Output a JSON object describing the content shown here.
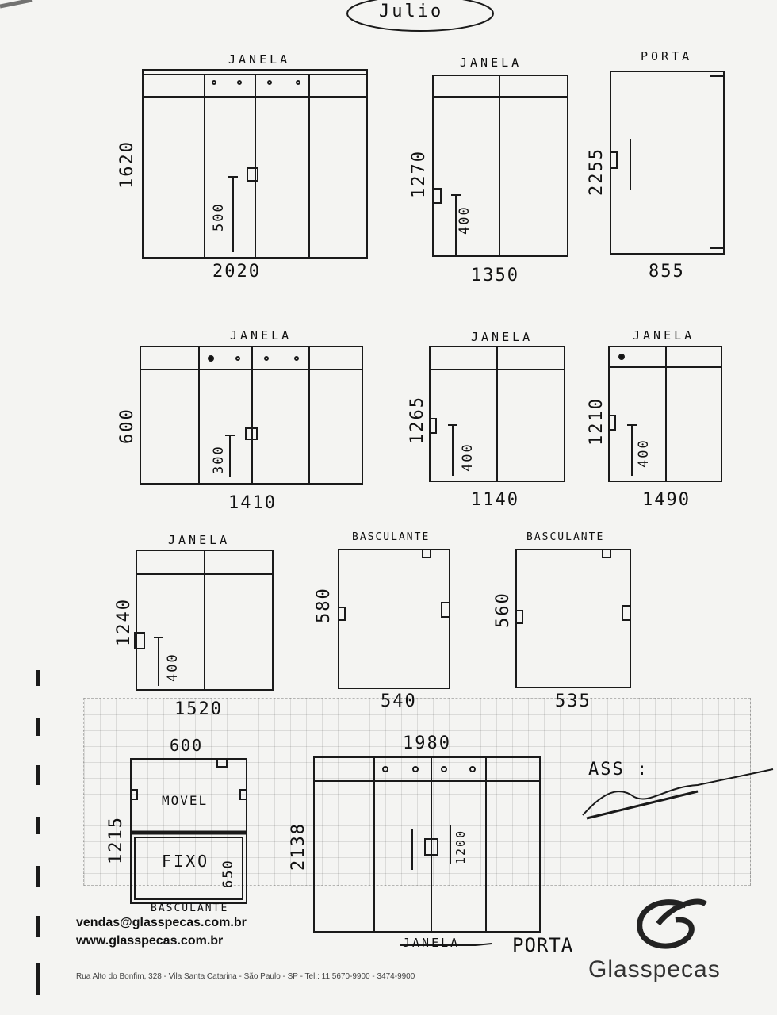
{
  "header": {
    "client_name": "Julio"
  },
  "drawings": [
    {
      "type": "JANELA",
      "height": "1620",
      "width": "2020",
      "handle_height": "500"
    },
    {
      "type": "JANELA",
      "height": "1270",
      "width": "1350",
      "handle_height": "400"
    },
    {
      "type": "PORTA",
      "height": "2255",
      "width": "855"
    },
    {
      "type": "JANELA",
      "height": "600",
      "width": "1410",
      "handle_height": "300"
    },
    {
      "type": "JANELA",
      "height": "1265",
      "width": "1140",
      "handle_height": "400"
    },
    {
      "type": "JANELA",
      "height": "1210",
      "width": "1490",
      "handle_height": "400"
    },
    {
      "type": "JANELA",
      "height": "1240",
      "width": "1520",
      "handle_height": "400"
    },
    {
      "type": "BASCULANTE",
      "height": "580",
      "width": "540"
    },
    {
      "type": "BASCULANTE",
      "height": "560",
      "width": "535"
    },
    {
      "type": "BASCULANTE",
      "height": "1215",
      "width": "600",
      "top_label": "MOVEL",
      "bottom_label": "FIXO",
      "bottom_height": "650"
    },
    {
      "type": "PORTA",
      "height": "2138",
      "width": "1980",
      "handle_height": "1200",
      "struck_label": "JANELA"
    }
  ],
  "signature": {
    "label": "ASS :"
  },
  "footer": {
    "email": "vendas@glasspecas.com.br",
    "website": "www.glasspecas.com.br",
    "address": "Rua Alto do Bonfim, 328 - Vila Santa Catarina - São Paulo - SP - Tel.: 11 5670-9900 - 3474-9900",
    "brand": "Glasspecas"
  }
}
